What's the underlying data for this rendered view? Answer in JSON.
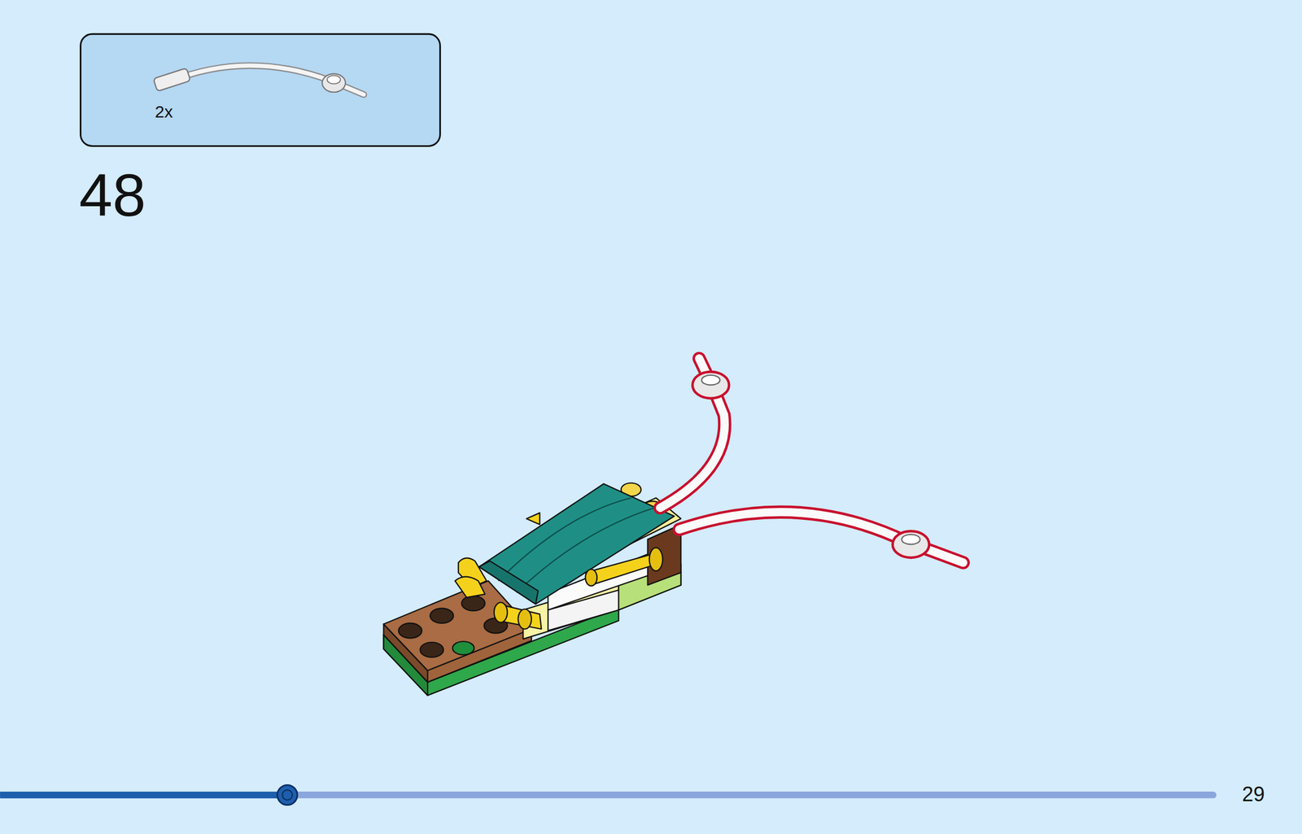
{
  "diagram": {
    "labels": [
      "2x",
      "48",
      "29"
    ]
  }
}
